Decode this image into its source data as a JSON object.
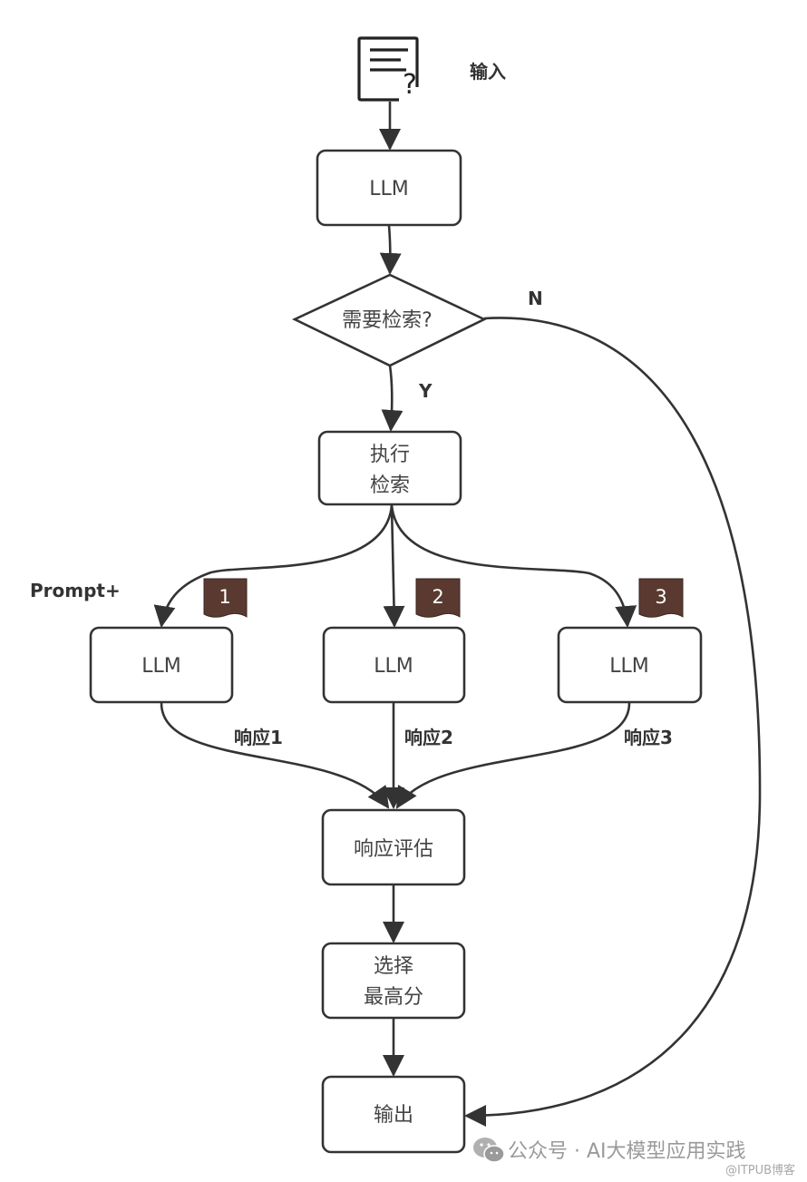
{
  "diagram": {
    "input": {
      "label": "输入",
      "icon": "document-question-icon"
    },
    "nodes": {
      "llm_main": "LLM",
      "decision": "需要检索?",
      "retrieve_line1": "执行",
      "retrieve_line2": "检索",
      "llm_1": "LLM",
      "llm_2": "LLM",
      "llm_3": "LLM",
      "evaluate": "响应评估",
      "select_line1": "选择",
      "select_line2": "最高分",
      "output": "输出"
    },
    "edge_labels": {
      "no": "N",
      "yes": "Y",
      "prompt_plus": "Prompt+",
      "response_1": "响应1",
      "response_2": "响应2",
      "response_3": "响应3"
    },
    "badges": [
      "1",
      "2",
      "3"
    ],
    "badge_color": "#5a3a30",
    "line_color": "#333333"
  },
  "watermark": {
    "icon": "wechat-icon",
    "text": "公众号 · AI大模型应用实践",
    "credit": "@ITPUB博客"
  }
}
